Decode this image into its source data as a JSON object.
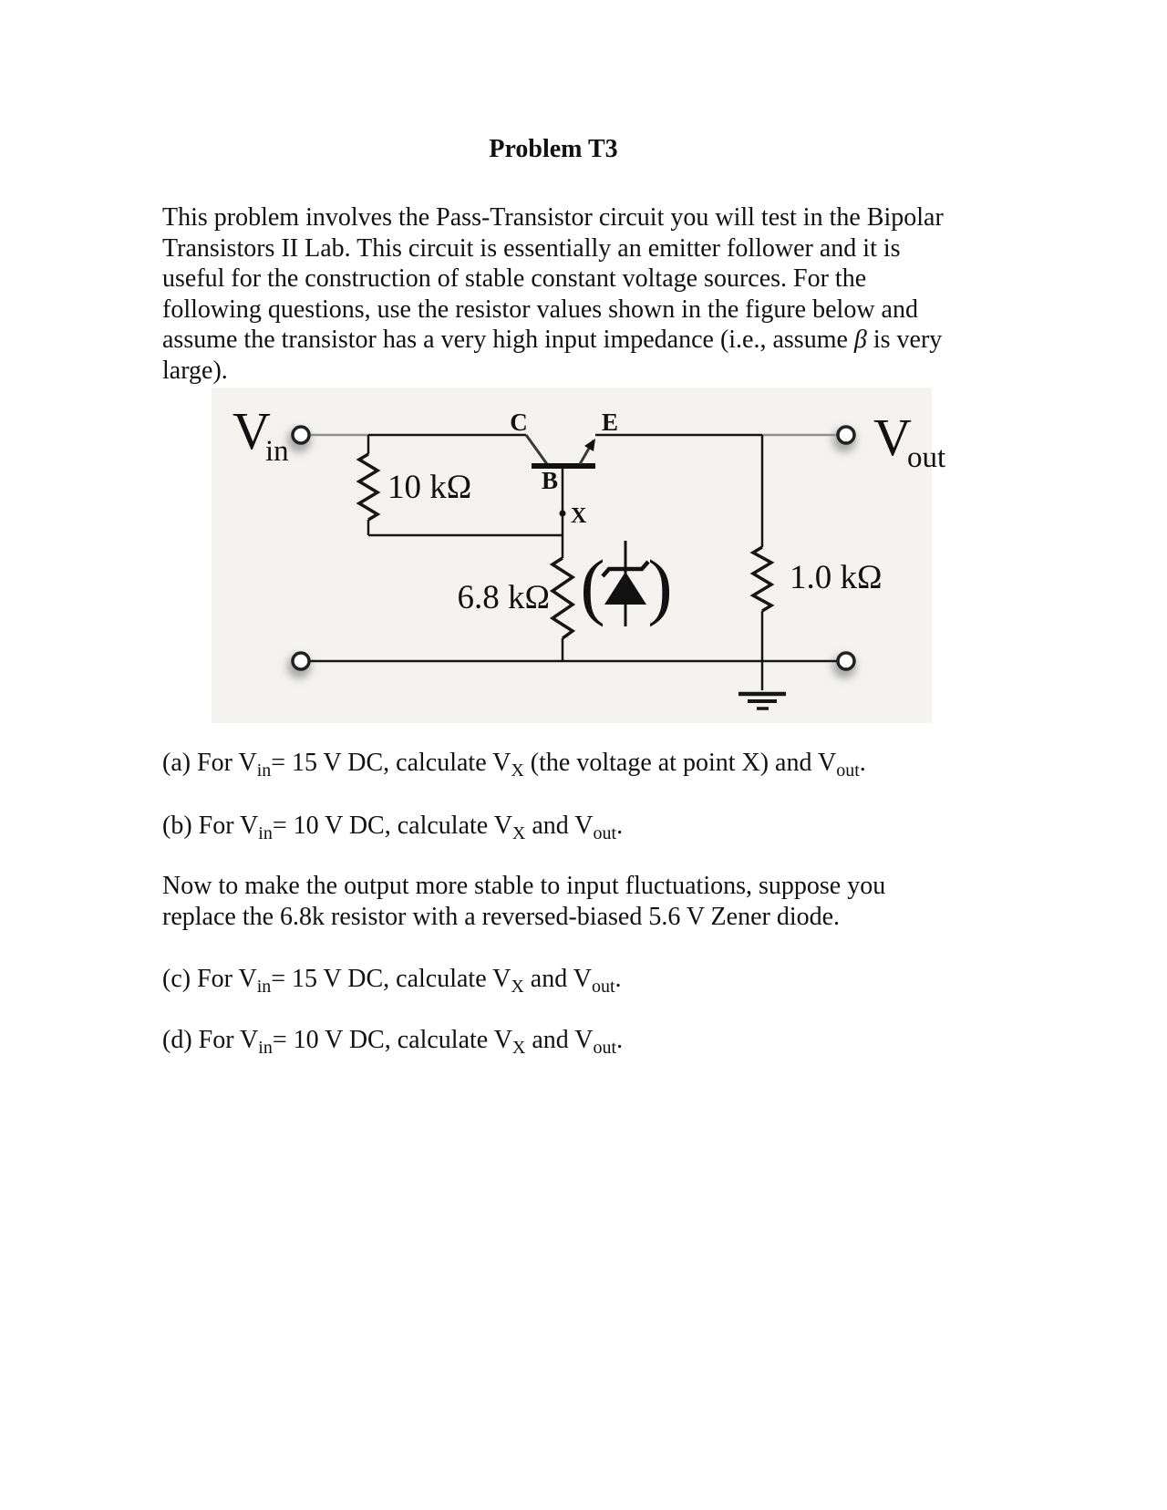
{
  "title": "Problem T3",
  "colors": {
    "page_background": "#ffffff",
    "figure_background": "#f4f3f0",
    "wire": "#161616",
    "terminal_stub_wire": "#8f8f8f",
    "text": "#111111"
  },
  "intro_lines": [
    [
      {
        "t": "text",
        "v": "This problem involves the Pass-Transistor circuit you will test in the Bipolar"
      }
    ],
    [
      {
        "t": "text",
        "v": "Transistors II Lab. This circuit is essentially an emitter follower and it is"
      }
    ],
    [
      {
        "t": "text",
        "v": "useful for the construction of stable constant voltage sources. For the"
      }
    ],
    [
      {
        "t": "text",
        "v": "following questions, use the resistor values shown in the figure below and"
      }
    ],
    [
      {
        "t": "text",
        "v": "assume the transistor has a very high input impedance (i.e., assume "
      },
      {
        "t": "italic",
        "v": "β"
      },
      {
        "t": "text",
        "v": " is very"
      }
    ],
    [
      {
        "t": "text",
        "v": "large)."
      }
    ]
  ],
  "circuit": {
    "vin_label": "V",
    "vin_sub": "in",
    "vout_label": "V",
    "vout_sub": "out",
    "base_resistor_value": "10 kΩ",
    "middle_resistor_value": "6.8 kΩ",
    "load_resistor_value": "1.0 kΩ",
    "collector_label": "C",
    "emitter_label": "E",
    "base_label": "B",
    "point_x_label": "X",
    "zener_paren_open": "(",
    "zener_paren_close": ")"
  },
  "questions": [
    {
      "segments": [
        {
          "t": "text",
          "v": "(a) For V"
        },
        {
          "t": "sub",
          "v": "in"
        },
        {
          "t": "text",
          "v": "= 15 V DC, calculate V"
        },
        {
          "t": "sub",
          "v": "X"
        },
        {
          "t": "text",
          "v": " (the voltage at point X) and V"
        },
        {
          "t": "sub",
          "v": "out"
        },
        {
          "t": "text",
          "v": "."
        }
      ]
    },
    {
      "segments": [
        {
          "t": "text",
          "v": "(b) For V"
        },
        {
          "t": "sub",
          "v": "in"
        },
        {
          "t": "text",
          "v": "= 10 V DC, calculate V"
        },
        {
          "t": "sub",
          "v": "X"
        },
        {
          "t": "text",
          "v": " and V"
        },
        {
          "t": "sub",
          "v": "out"
        },
        {
          "t": "text",
          "v": "."
        }
      ]
    },
    {
      "segments": [
        {
          "t": "text",
          "v": "(c) For V"
        },
        {
          "t": "sub",
          "v": "in"
        },
        {
          "t": "text",
          "v": "= 15 V DC, calculate V"
        },
        {
          "t": "sub",
          "v": "X"
        },
        {
          "t": "text",
          "v": " and V"
        },
        {
          "t": "sub",
          "v": "out"
        },
        {
          "t": "text",
          "v": "."
        }
      ]
    },
    {
      "segments": [
        {
          "t": "text",
          "v": "(d) For V"
        },
        {
          "t": "sub",
          "v": "in"
        },
        {
          "t": "text",
          "v": "= 10 V DC, calculate V"
        },
        {
          "t": "sub",
          "v": "X"
        },
        {
          "t": "text",
          "v": " and V"
        },
        {
          "t": "sub",
          "v": "out"
        },
        {
          "t": "text",
          "v": "."
        }
      ]
    }
  ],
  "middle_note_lines": [
    [
      {
        "t": "text",
        "v": "Now to make the output more stable to input fluctuations, suppose you"
      }
    ],
    [
      {
        "t": "text",
        "v": "replace the 6.8k resistor with a reversed-biased 5.6 V Zener diode."
      }
    ]
  ]
}
